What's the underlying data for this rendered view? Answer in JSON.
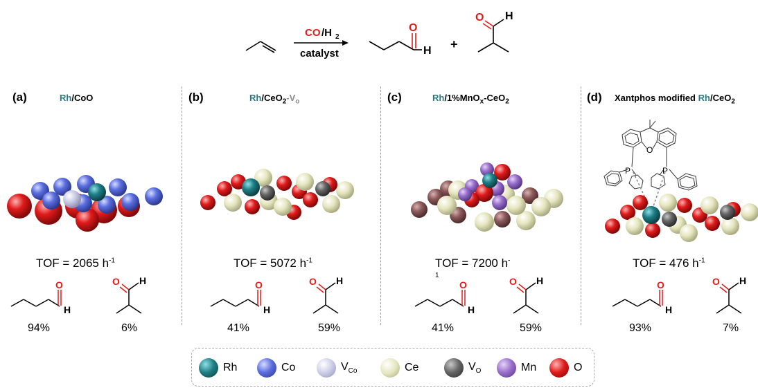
{
  "reaction": {
    "above_arrow_co": "CO",
    "above_arrow_h2": "/H",
    "above_arrow_h2_sub": "2",
    "below_arrow": "catalyst",
    "plus": "+",
    "atom_O": "O",
    "atom_H": "H"
  },
  "panels": [
    {
      "label": "(a)",
      "title_rh": "Rh",
      "title_rest": "/CoO",
      "tof": "TOF = 2065 h",
      "tof_sup": "-1",
      "linear_pct": "94%",
      "branched_pct": "6%"
    },
    {
      "label": "(b)",
      "title_rh": "Rh",
      "title_rest": "/CeO",
      "title_sub": "2",
      "title_tail": "-V",
      "title_tail_sub": "o",
      "tof": "TOF = 5072 h",
      "tof_sup": "-1",
      "linear_pct": "41%",
      "branched_pct": "59%"
    },
    {
      "label": "(c)",
      "title_rh": "Rh",
      "title_rest": "/1%MnO",
      "title_sub": "x",
      "title_tail": "-CeO",
      "title_tail_sub": "2",
      "tof": "TOF = 7200 h",
      "tof_sup": "-",
      "tof_overflow": "1",
      "linear_pct": "41%",
      "branched_pct": "59%"
    },
    {
      "label": "(d)",
      "title_pre": "Xantphos modified ",
      "title_rh": "Rh",
      "title_rest": "/CeO",
      "title_sub": "2",
      "tof": "TOF = 476 h",
      "tof_sup": "-1",
      "linear_pct": "93%",
      "branched_pct": "7%"
    }
  ],
  "ligand_atoms": {
    "P": "P",
    "O": "O"
  },
  "legend": [
    {
      "label": "Rh",
      "color": "#1f7f86"
    },
    {
      "label": "Co",
      "color": "#5a6ee0"
    },
    {
      "label": "V",
      "sub": "Co",
      "color": "#c9cbe6"
    },
    {
      "label": "Ce",
      "color": "#e6e6bf"
    },
    {
      "label": "V",
      "sub": "O",
      "color": "#666666"
    },
    {
      "label": "Mn",
      "color": "#9a6fce"
    },
    {
      "label": "O",
      "color": "#e01b1b"
    }
  ]
}
